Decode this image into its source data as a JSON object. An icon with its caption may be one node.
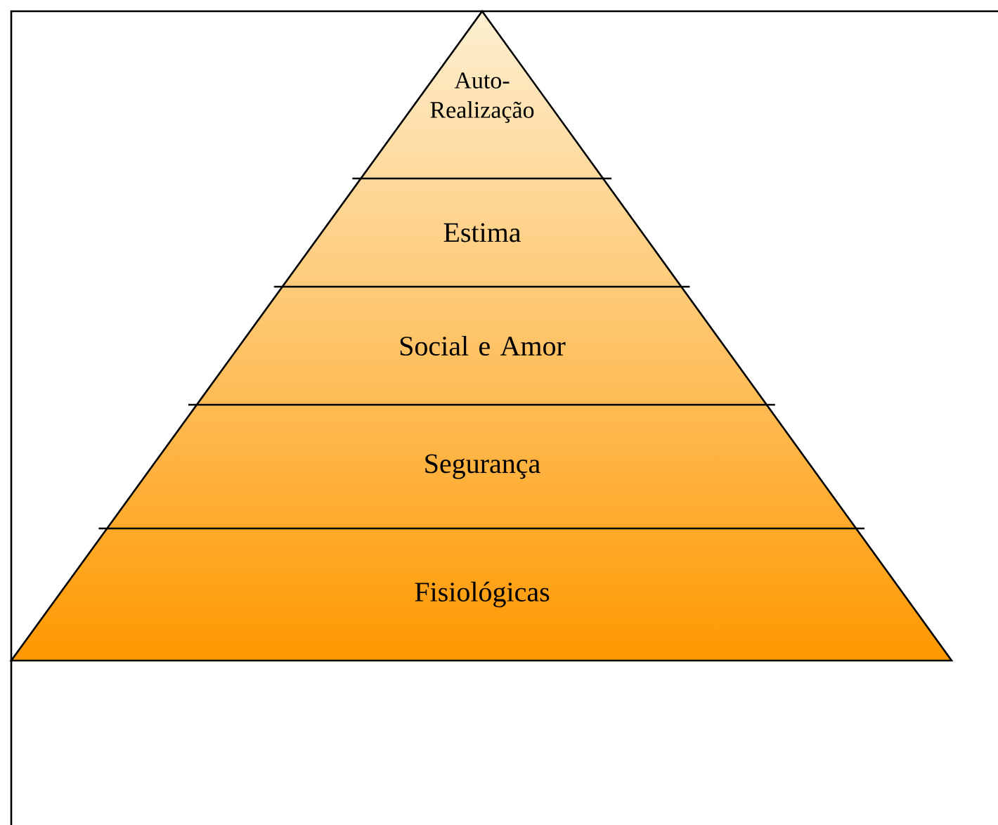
{
  "diagram": {
    "nodes": [
      {
        "text": [
          "Auto-Realização"
        ]
      },
      {
        "text": [
          "Estima"
        ]
      },
      {
        "text": [
          "Social e Amor"
        ]
      },
      {
        "text": [
          "Segurança"
        ]
      },
      {
        "text": [
          "Fisiológicas"
        ]
      }
    ]
  }
}
